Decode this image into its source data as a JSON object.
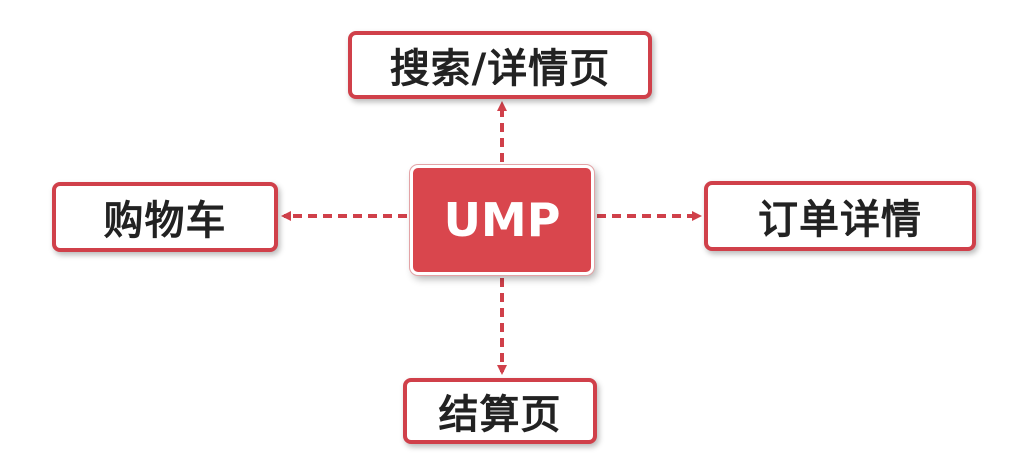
{
  "diagram": {
    "center": {
      "label": "UMP"
    },
    "top": {
      "label": "搜索/详情页"
    },
    "left": {
      "label": "购物车"
    },
    "right": {
      "label": "订单详情"
    },
    "bottom": {
      "label": "结算页"
    }
  },
  "colors": {
    "accent": "#d9464d",
    "border": "#d0404a",
    "text": "#222222"
  }
}
